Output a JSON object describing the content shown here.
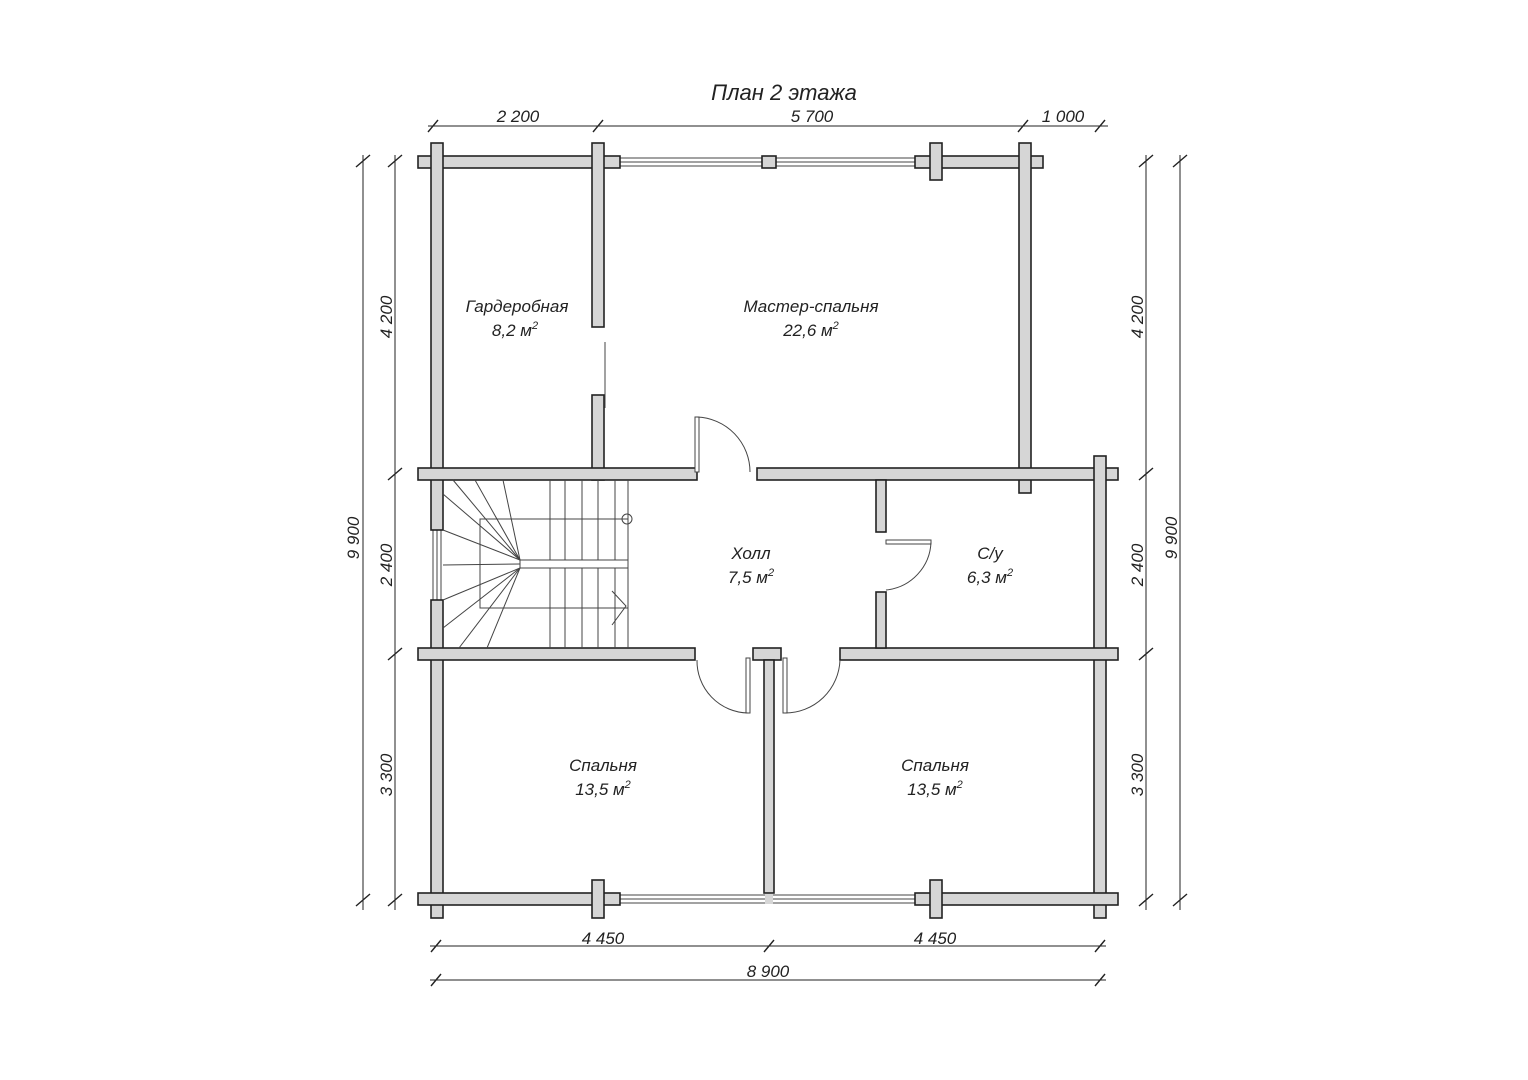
{
  "title": "План 2 этажа",
  "rooms": [
    {
      "name": "Гардеробная",
      "area": "8,2 м",
      "unit_power": "2"
    },
    {
      "name": "Мастер-спальня",
      "area": "22,6 м",
      "unit_power": "2"
    },
    {
      "name": "Холл",
      "area": "7,5 м",
      "unit_power": "2"
    },
    {
      "name": "С/у",
      "area": "6,3 м",
      "unit_power": "2"
    },
    {
      "name": "Спальня",
      "area": "13,5 м",
      "unit_power": "2"
    },
    {
      "name": "Спальня",
      "area": "13,5 м",
      "unit_power": "2"
    }
  ],
  "dimensions": {
    "top": [
      "2 200",
      "5 700",
      "1 000"
    ],
    "left_inner": [
      "4 200",
      "2 400",
      "3 300"
    ],
    "left_total": "9 900",
    "right_inner": [
      "4 200",
      "2 400",
      "3 300"
    ],
    "right_total": "9 900",
    "bottom_inner": [
      "4 450",
      "4 450"
    ],
    "bottom_total": "8 900"
  }
}
